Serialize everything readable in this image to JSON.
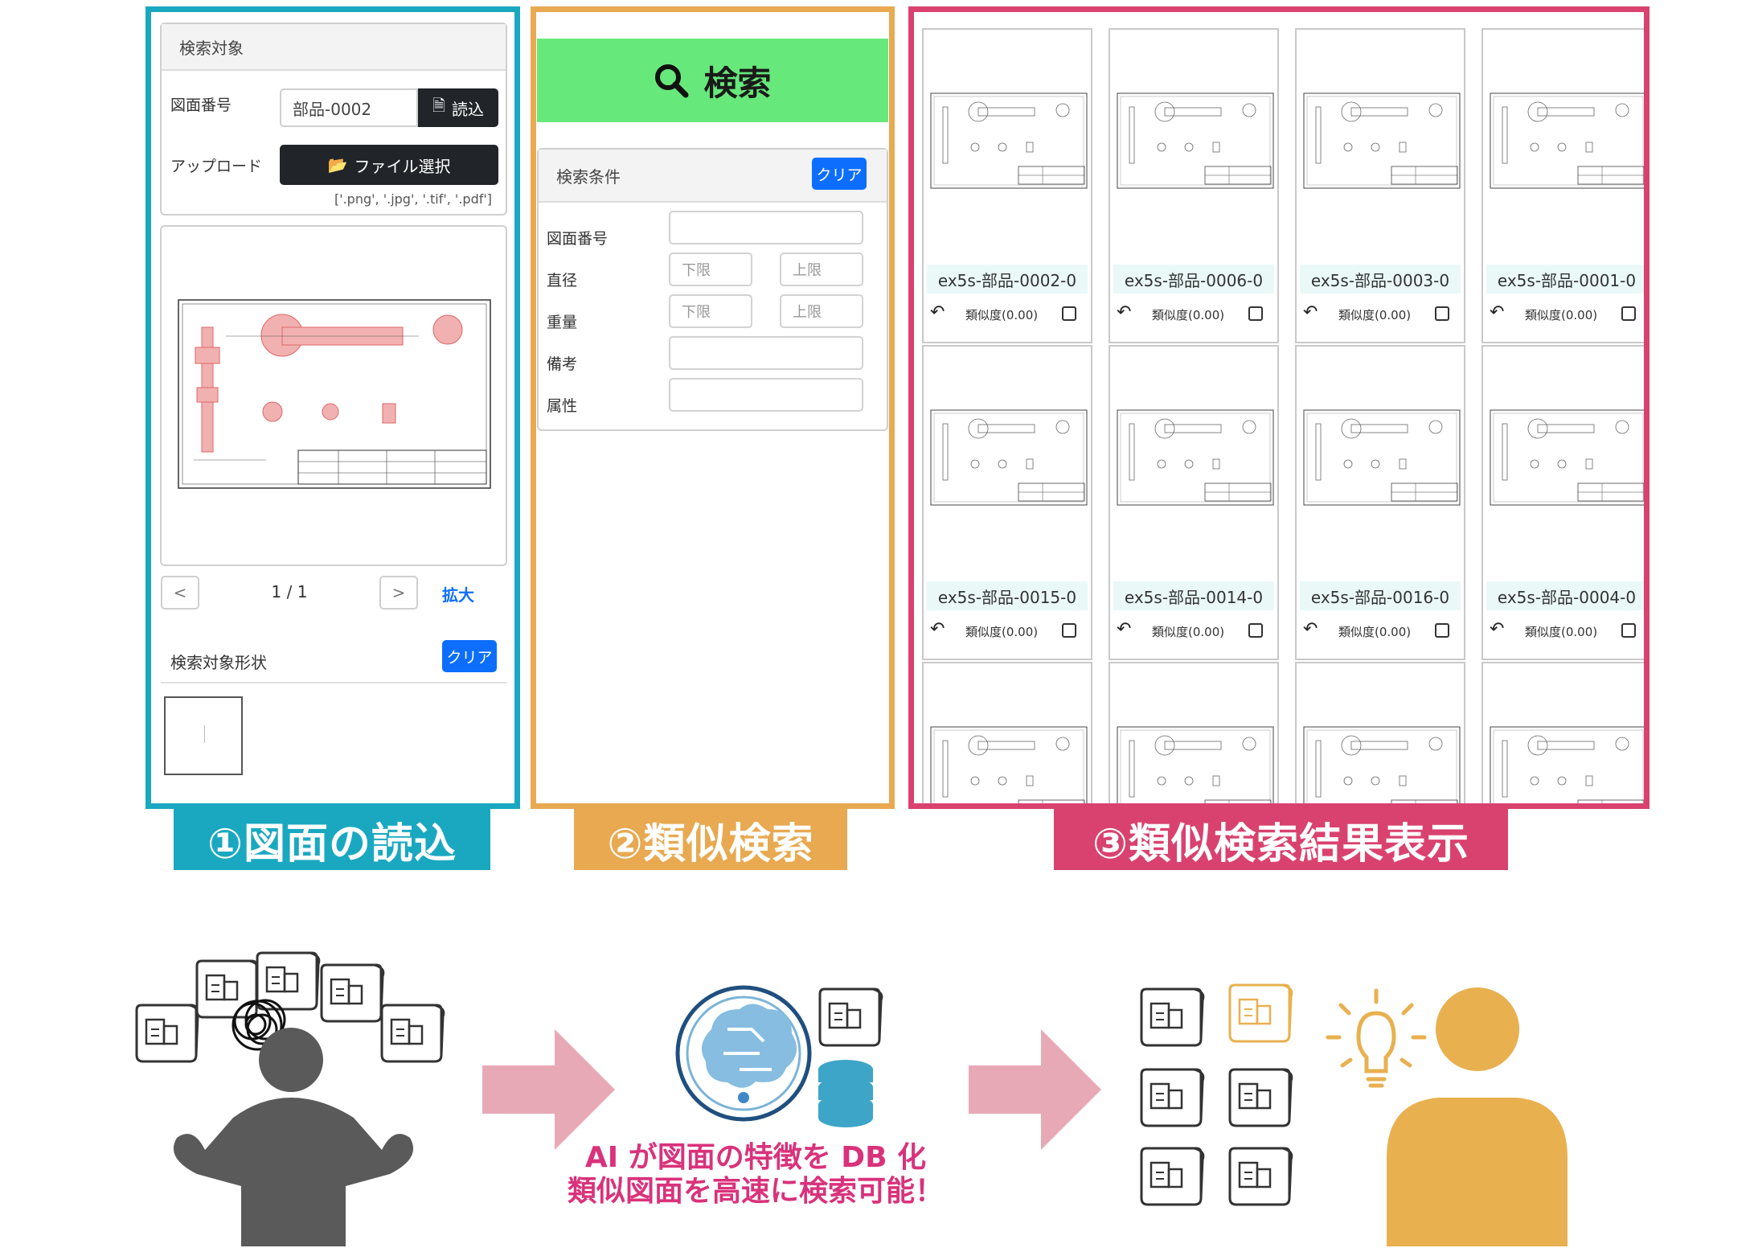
{
  "panel1": {
    "target_card_title": "検索対象",
    "drawing_no_label": "図面番号",
    "drawing_no_value": "部品-0002",
    "load_button": "読込",
    "upload_label": "アップロード",
    "file_button": "ファイル選択",
    "file_types": "['.png', '.jpg', '.tif', '.pdf']",
    "pager_prev": "<",
    "pager_text": "1 / 1",
    "pager_next": ">",
    "zoom_link": "拡大",
    "shape_label": "検索対象形状",
    "clear_button": "クリア",
    "banner": "①図面の読込"
  },
  "panel2": {
    "search_button": "検索",
    "conditions_title": "検索条件",
    "clear_button": "クリア",
    "fields": {
      "drawing_no": "図面番号",
      "diameter": "直径",
      "weight": "重量",
      "remarks": "備考",
      "attribute": "属性"
    },
    "lower_placeholder": "下限",
    "upper_placeholder": "上限",
    "banner": "②類似検索"
  },
  "panel3": {
    "banner": "③類似検索結果表示",
    "similarity_label": "類似度(0.00)",
    "results": [
      "ex5s-部品-0002-0",
      "ex5s-部品-0006-0",
      "ex5s-部品-0003-0",
      "ex5s-部品-0001-0",
      "ex5s-部品-0015-0",
      "ex5s-部品-0014-0",
      "ex5s-部品-0016-0",
      "ex5s-部品-0004-0"
    ]
  },
  "bottom": {
    "caption_line1": "AI が図面の特徴を DB 化",
    "caption_line2": "類似図面を高速に検索可能！"
  },
  "colors": {
    "cyan": "#1aa8c1",
    "orange": "#e8a951",
    "magenta": "#d9426e",
    "green": "#67e87b",
    "arrow": "#e8a9b6",
    "person_gray": "#555555",
    "person_orange": "#e8b04f"
  }
}
